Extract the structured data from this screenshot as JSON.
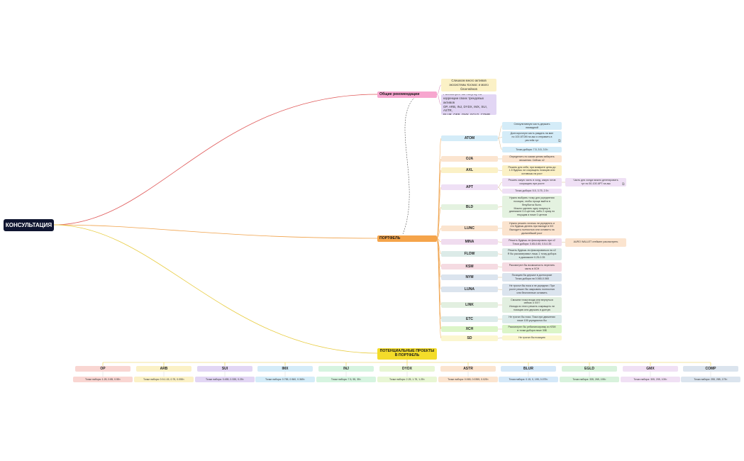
{
  "root": {
    "label": "КОНСУЛЬТАЦИЯ"
  },
  "branches": {
    "general": {
      "label": "Общие рекомендации"
    },
    "portfolio": {
      "label": "ПОРТФЕЛЬ"
    },
    "potential": {
      "label": "ПОТЕНЦИАЛЬНЫЕ ПРОЕКТЫ\nВ ПОРТФЕЛЬ"
    }
  },
  "general_notes": [
    "Слишком много активов\nэкосистемы Космос и мало\nблокчейнов",
    "Рассмотрел бы покупку на\nкоррекции своих трендовых\nактивов\nOP, ARB, INJ, DYDX, IMX, SUI, ASTR,\nBLUR, OEB, GMX, EGLD, COMP"
  ],
  "portfolio": [
    {
      "coin": "ATOM",
      "notes": [
        "Спекулятивную часть держать\nликвидной",
        "Долгосрочную часть раздать на мин\nпо 100 ATOM на акк и отправить в\nрестейк тут",
        "Точки добора: 7.5, 5.5, 3.5<"
      ]
    },
    {
      "coin": "OJA",
      "notes": [
        "Определить по каким ценам забирать\nвложения. Сейчас х2"
      ]
    },
    {
      "coin": "AXL",
      "notes": [
        "Решить для себя, при возврате цены до\n1.5 будешь ли сокращать позицию или\nоставишь на рост"
      ]
    },
    {
      "coin": "APT",
      "notes": [
        "Решить какую часть в холд, какую готов\nсокращать при росте",
        "Точки добора: 5.5, 3.75, 2.5<"
      ],
      "side": "Часть для холда можно делегировать\nтут по 50-100 APT на акк"
    },
    {
      "coin": "BLD",
      "notes": [
        "Нужно выбрать точку для усреднения\nпозиции, чтобы проще выйти в\nбезубыток было.\nМожно сделать одну покупку в\nдиапазоне 0.4 центов, либо 2 сразу по\nтекущим и ниже 0 центов"
      ]
    },
    {
      "coin": "LUNC",
      "notes": [
        "Нужно решить хочешь ли усреднять и\nхто будешь делать при выходе в 0/Х\nВыходить полностью или оставить на\nдальнейший рост"
      ]
    },
    {
      "coin": "MINA",
      "notes": [
        "Решить будешь ли фиксировать при х2\nТочки добора: 0.65-0.65, 0.5-0.35"
      ],
      "side": "AURO WALLET стейкинг рассмотреть"
    },
    {
      "coin": "FLOW",
      "notes": [
        "Решить будешь ли фиксироваться на х2\nЯ бы рассматривал лишь 1 точку добора\nв диапазоне 0.25-0.35"
      ]
    },
    {
      "coin": "KSM",
      "notes": [
        "Рассмотрел бы возможность перелить\nчасть в ХСН"
      ]
    },
    {
      "coin": "NYM",
      "notes": [
        "Позицию бы держал в долгосроке\nТочка добора на 0.065-0.065"
      ]
    },
    {
      "coin": "LUNA",
      "notes": [
        "Не трогал бы пока и не усреднял. При\nросте решил бы закрывать полностью\nили бесплатные оставить"
      ]
    },
    {
      "coin": "LINK",
      "notes": [
        "Сможем точка входа или вернуться\nсейчас о 0/Х?\nИсходя из этого решить сокращать ли\nпозицию или держать в долгую"
      ]
    },
    {
      "coin": "ETC",
      "notes": [
        "Не трогал бы пока. Пока при движении\nниже 105 усреднился бы"
      ]
    },
    {
      "coin": "XCH",
      "notes": [
        "Рассмотрел бы ребалансировку из KSM\nв точки добора ниже 30$"
      ]
    },
    {
      "coin": "SD",
      "notes": [
        "Не трогал бы позицию"
      ]
    }
  ],
  "potential": [
    {
      "coin": "OP",
      "points": "Точки набора: 1.25, 0.85, 0.55<"
    },
    {
      "coin": "ARB",
      "points": "Точки набора: 0.9-1.15, 0.75, 0.055<"
    },
    {
      "coin": "SUI",
      "points": "Точки набора: 0.455, 0.335, 0.25<"
    },
    {
      "coin": "IMX",
      "points": "Точки набора: 0.755, 0.560, 0.365<"
    },
    {
      "coin": "INJ",
      "points": "Точки набора: 7.5, 55, 35<"
    },
    {
      "coin": "DYDX",
      "points": "Точки набора: 2.25, 1.75, 1.25<"
    },
    {
      "coin": "ASTR",
      "points": "Точки набора: 0.065, 0.0355, 0.025<"
    },
    {
      "coin": "BLUR",
      "points": "Точки набора: 0.15, 0, 195, 0.075<"
    },
    {
      "coin": "EGLD",
      "points": "Точки набора: 335, 265, 195<"
    },
    {
      "coin": "GMX",
      "points": "Точки набора: 305, 205, 105<"
    },
    {
      "coin": "COMP",
      "points": "Точки набора: 255, 285, 175<"
    }
  ],
  "colors": {
    "root_bg": "#0f1530",
    "general": "#f7a6cf",
    "portfolio": "#f5a44a",
    "potential": "#f3dc2a",
    "line_red": "#e05a5a",
    "line_orange": "#f0a24a",
    "line_yellow": "#e8cc40",
    "coin_palette": [
      "#f9d6d2",
      "#fbf1c6",
      "#e2d6f4",
      "#d4ecf8",
      "#d6f4e0",
      "#e8f6d4",
      "#fbe4cf",
      "#d4e8f8",
      "#d8f2dc",
      "#f0e0f4",
      "#dbe4ee"
    ],
    "portfolio_palette": [
      "#d4ecf8",
      "#fbe4cf",
      "#fbf1c6",
      "#efe0f5",
      "#e4f2e0",
      "#fbe4cf",
      "#f0dcef",
      "#dcebe8",
      "#f5dbe2",
      "#dbe4ee",
      "#dbe4ee",
      "#e2efe0",
      "#dcebea",
      "#dcf5c8",
      "#fbf6cf"
    ]
  }
}
